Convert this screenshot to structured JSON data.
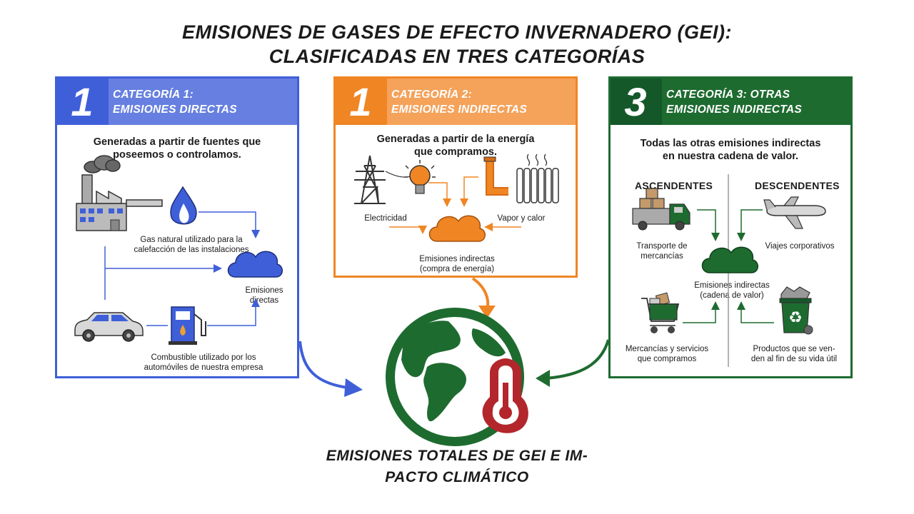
{
  "title": {
    "line1": "EMISIONES DE GASES DE EFECTO INVERNADERO (GEI):",
    "line2": "CLASIFICADAS EN TRES CATEGORÍAS"
  },
  "colors": {
    "blue": "#3f5fd9",
    "blue_light": "#667fe0",
    "orange": "#f08524",
    "orange_light": "#f5a25a",
    "green": "#1e6b30",
    "green_dark": "#14582a",
    "red": "#b3262c"
  },
  "categories": [
    {
      "number": "1",
      "title_line1": "CATEGORÍA 1:",
      "title_line2": "EMISIONES DIRECTAS",
      "description_line1": "Generadas a partir de fuentes que",
      "description_line2": "poseemos o controlamos.",
      "gas_label_line1": "Gas natural utilizado para la",
      "gas_label_line2": "calefacción de las instalaciones",
      "emissions_label_line1": "Emisiones",
      "emissions_label_line2": "directas",
      "fuel_label_line1": "Combustible utilizado por los",
      "fuel_label_line2": "automóviles de nuestra empresa",
      "icons": [
        "factory-icon",
        "flame-icon",
        "cloud-icon",
        "car-icon",
        "fuel-pump-icon"
      ]
    },
    {
      "number": "1",
      "title_line1": "CATEGORÍA 2:",
      "title_line2": "EMISIONES INDIRECTAS",
      "description_line1": "Generadas a partir de la energía",
      "description_line2": "que compramos.",
      "electricity_label": "Electricidad",
      "steam_label": "Vapor y calor",
      "emissions_label_line1": "Emisiones indirectas",
      "emissions_label_line2": "(compra de energía)",
      "icons": [
        "power-tower-icon",
        "light-bulb-icon",
        "pipe-icon",
        "radiator-icon",
        "cloud-icon"
      ]
    },
    {
      "number": "3",
      "title_line1": "CATEGORÍA 3: OTRAS",
      "title_line2": "EMISIONES INDIRECTAS",
      "description_line1": "Todas las otras emisiones indirectas",
      "description_line2": "en nuestra cadena de valor.",
      "upstream_label": "ASCENDENTES",
      "downstream_label": "DESCENDENTES",
      "transport_label_line1": "Transporte de",
      "transport_label_line2": "mercancías",
      "travel_label": "Viajes corporativos",
      "emissions_label_line1": "Emisiones indirectas",
      "emissions_label_line2": "(cadena de valor)",
      "goods_label_line1": "Mercancías y servicios",
      "goods_label_line2": "que compramos",
      "products_label_line1": "Productos que se ven-",
      "products_label_line2": "den al fin de su vida útil",
      "icons": [
        "truck-icon",
        "airplane-icon",
        "cloud-icon",
        "shopping-cart-icon",
        "recycling-bin-icon"
      ]
    }
  ],
  "footer": {
    "line1": "EMISIONES TOTALES DE GEI E IM-",
    "line2": "PACTO CLIMÁTICO"
  },
  "center_icons": [
    "globe-icon",
    "thermometer-icon"
  ]
}
